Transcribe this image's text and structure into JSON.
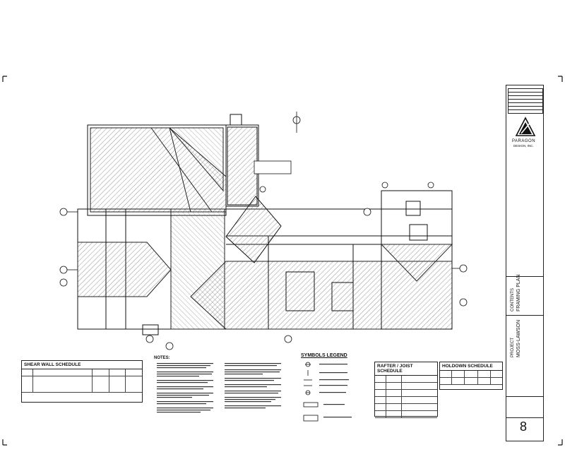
{
  "title_block": {
    "company": "PARAGON",
    "company_sub": "DESIGN, INC.",
    "sheet_label": "FRAMING PLAN",
    "contents_label": "CONTENTS",
    "project_label": "PROJECT",
    "project_name": "MOSS-LAWSON",
    "sheet_number": "8"
  },
  "schedules": {
    "shear_wall": "SHEAR WALL SCHEDULE",
    "symbols_legend": "SYMBOLS LEGEND",
    "rafter_joist": "RAFTER / JOIST SCHEDULE",
    "holdown": "HOLDOWN SCHEDULE"
  },
  "notes_label": "NOTES:",
  "colors": {
    "line": "#1a1a1a",
    "hatch": "#555555",
    "paper": "#ffffff"
  }
}
